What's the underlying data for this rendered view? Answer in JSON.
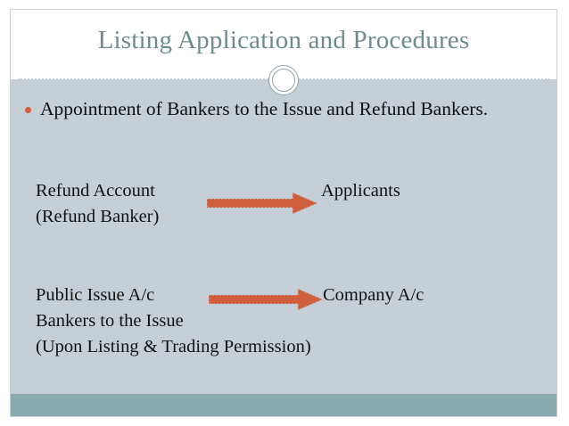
{
  "slide": {
    "title": "Listing Application and Procedures",
    "title_color": "#6e8c8e",
    "body_background": "#c6cfd6",
    "footer_color": "#88aaad",
    "accent_color": "#cf5f3f",
    "bullet": {
      "marker": "round-bullet",
      "text": "Appointment of Bankers to the Issue and Refund Bankers."
    },
    "flows": [
      {
        "source": "Refund Account\n(Refund Banker)",
        "arrow": "right-block-arrow",
        "target": "Applicants"
      },
      {
        "source": "Public Issue A/c\nBankers to the Issue\n(Upon Listing & Trading Permission)",
        "arrow": "right-block-arrow",
        "target": "Company A/c"
      }
    ]
  }
}
